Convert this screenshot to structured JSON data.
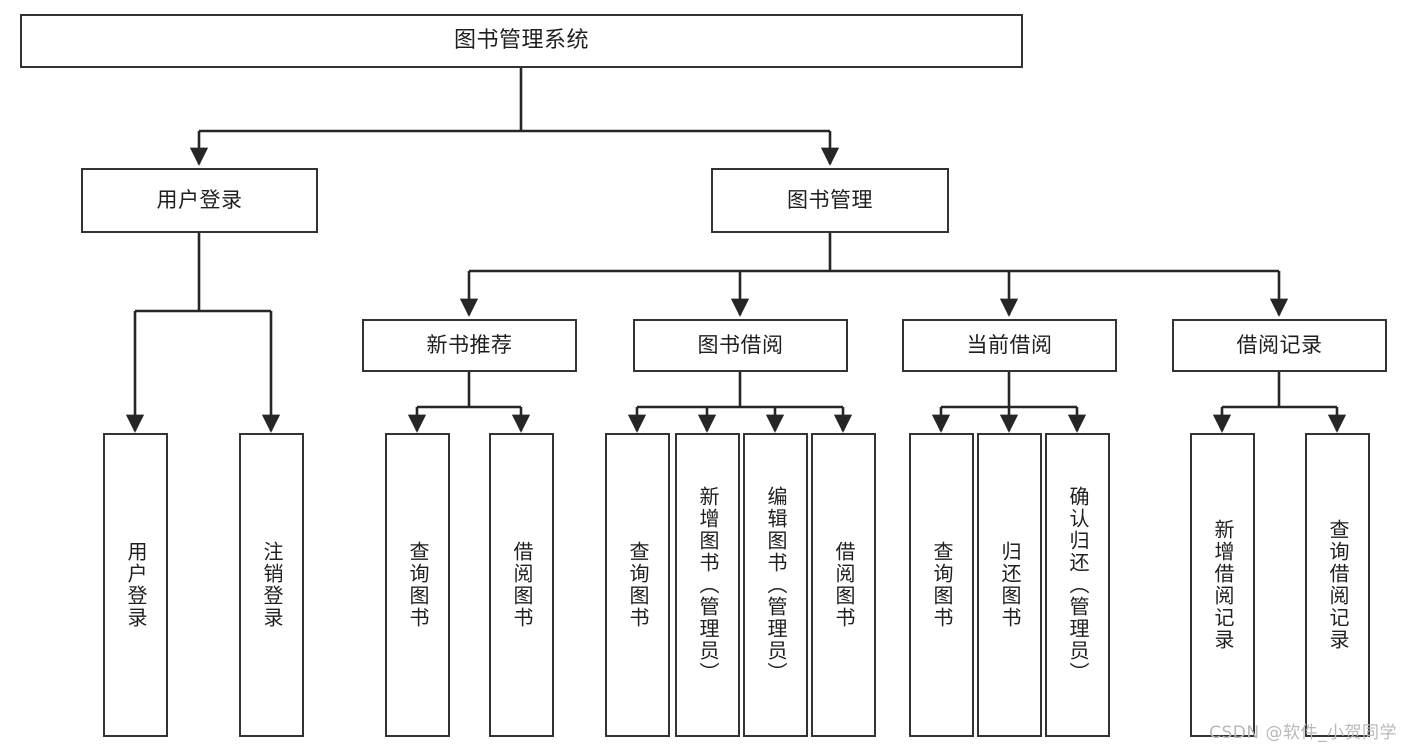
{
  "diagram": {
    "title": "图书管理系统",
    "type": "tree",
    "orientation": "top-down",
    "levels": 4
  },
  "nodes": {
    "root": {
      "label": "图书管理系统"
    },
    "level2": [
      {
        "id": "user-login",
        "label": "用户登录"
      },
      {
        "id": "book-management",
        "label": "图书管理"
      }
    ],
    "level3": [
      {
        "id": "new-book-recommend",
        "label": "新书推荐"
      },
      {
        "id": "book-borrow",
        "label": "图书借阅"
      },
      {
        "id": "current-borrow",
        "label": "当前借阅"
      },
      {
        "id": "borrow-record",
        "label": "借阅记录"
      }
    ],
    "leaves": {
      "user_login": [
        {
          "id": "leaf-user-login",
          "label": "用户登录"
        },
        {
          "id": "leaf-logout-login",
          "label": "注销登录"
        }
      ],
      "new_book_recommend": [
        {
          "id": "leaf-query-book-1",
          "label": "查询图书"
        },
        {
          "id": "leaf-borrow-book-1",
          "label": "借阅图书"
        }
      ],
      "book_borrow": [
        {
          "id": "leaf-query-book-2",
          "label": "查询图书"
        },
        {
          "id": "leaf-add-book",
          "label": "新增图书（管理员）"
        },
        {
          "id": "leaf-edit-book",
          "label": "编辑图书（管理员）"
        },
        {
          "id": "leaf-borrow-book-2",
          "label": "借阅图书"
        }
      ],
      "current_borrow": [
        {
          "id": "leaf-query-book-3",
          "label": "查询图书"
        },
        {
          "id": "leaf-return-book",
          "label": "归还图书"
        },
        {
          "id": "leaf-confirm-return",
          "label": "确认归还（管理员）"
        }
      ],
      "borrow_record": [
        {
          "id": "leaf-add-borrow-record",
          "label": "新增借阅记录"
        },
        {
          "id": "leaf-query-borrow-record",
          "label": "查询借阅记录"
        }
      ]
    }
  },
  "watermark": {
    "text": "CSDN @软件_小贺同学"
  },
  "colors": {
    "background": "#ffffff",
    "box_border": "#333333",
    "box_fill": "#ffffff",
    "connector": "#262626",
    "text": "#1f1f1f",
    "watermark": "#b9b9b9"
  }
}
